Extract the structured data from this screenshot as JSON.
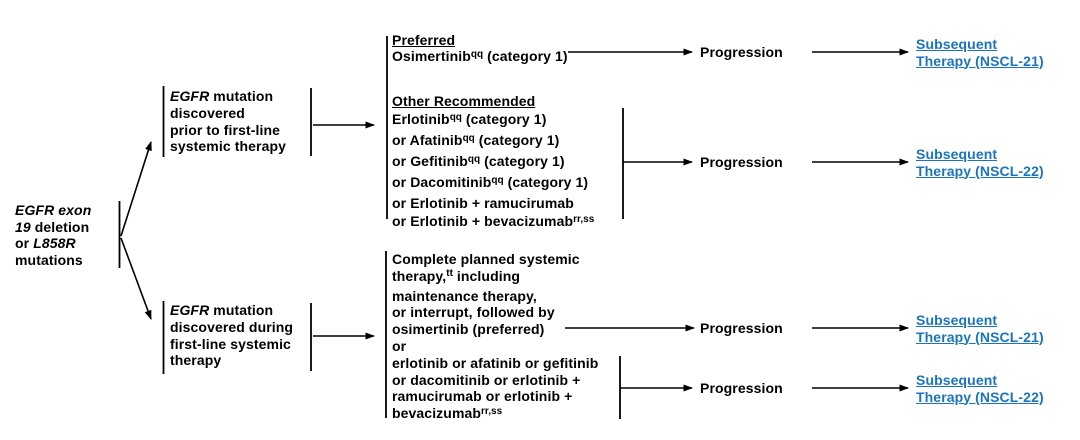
{
  "colors": {
    "text": "#000000",
    "link": "#1b75bc",
    "line": "#000000",
    "background": "#ffffff"
  },
  "root_node": {
    "lines": [
      {
        "parts": [
          {
            "t": "EGFR exon",
            "style": "i"
          }
        ]
      },
      {
        "parts": [
          {
            "t": "19",
            "style": "i"
          },
          {
            "t": " deletion"
          }
        ]
      },
      {
        "parts": [
          {
            "t": "or "
          },
          {
            "t": "L858R",
            "style": "i"
          }
        ]
      },
      {
        "parts": [
          {
            "t": "mutations"
          }
        ]
      }
    ]
  },
  "branch_prior": {
    "lines": [
      {
        "parts": [
          {
            "t": "EGFR",
            "style": "i"
          },
          {
            "t": " mutation"
          }
        ]
      },
      {
        "parts": [
          {
            "t": "discovered"
          }
        ]
      },
      {
        "parts": [
          {
            "t": "prior to first-line"
          }
        ]
      },
      {
        "parts": [
          {
            "t": "systemic therapy"
          }
        ]
      }
    ]
  },
  "branch_during": {
    "lines": [
      {
        "parts": [
          {
            "t": "EGFR",
            "style": "i"
          },
          {
            "t": " mutation"
          }
        ]
      },
      {
        "parts": [
          {
            "t": "discovered during"
          }
        ]
      },
      {
        "parts": [
          {
            "t": "first-line systemic"
          }
        ]
      },
      {
        "parts": [
          {
            "t": "therapy"
          }
        ]
      }
    ]
  },
  "preferred_block": {
    "heading": "Preferred",
    "lines": [
      {
        "parts": [
          {
            "t": "Osimertinib"
          },
          {
            "t": "qq",
            "style": "sup"
          },
          {
            "t": " (category 1)"
          }
        ]
      }
    ]
  },
  "other_block": {
    "heading": "Other Recommended",
    "lines": [
      {
        "parts": [
          {
            "t": "Erlotinib"
          },
          {
            "t": "qq",
            "style": "sup"
          },
          {
            "t": " (category 1)"
          }
        ]
      },
      {
        "parts": [
          {
            "t": "or Afatinib"
          },
          {
            "t": "qq",
            "style": "sup"
          },
          {
            "t": " (category 1)"
          }
        ]
      },
      {
        "parts": [
          {
            "t": "or Gefitinib"
          },
          {
            "t": "qq",
            "style": "sup"
          },
          {
            "t": " (category 1)"
          }
        ]
      },
      {
        "parts": [
          {
            "t": "or Dacomitinib"
          },
          {
            "t": "qq",
            "style": "sup"
          },
          {
            "t": " (category 1)"
          }
        ]
      },
      {
        "parts": [
          {
            "t": "or Erlotinib + ramucirumab"
          }
        ]
      },
      {
        "parts": [
          {
            "t": "or Erlotinib + bevacizumab"
          },
          {
            "t": "rr,ss",
            "style": "sup"
          }
        ]
      }
    ]
  },
  "during_block": {
    "lines": [
      {
        "parts": [
          {
            "t": "Complete planned systemic"
          }
        ]
      },
      {
        "parts": [
          {
            "t": "therapy,"
          },
          {
            "t": "tt",
            "style": "sup"
          },
          {
            "t": " including"
          }
        ]
      },
      {
        "parts": [
          {
            "t": "maintenance therapy,"
          }
        ]
      },
      {
        "parts": [
          {
            "t": "or interrupt, followed by"
          }
        ]
      },
      {
        "parts": [
          {
            "t": "osimertinib (preferred)"
          }
        ]
      },
      {
        "parts": [
          {
            "t": "or"
          }
        ]
      },
      {
        "parts": [
          {
            "t": "erlotinib or afatinib or gefitinib"
          }
        ]
      },
      {
        "parts": [
          {
            "t": "or dacomitinib or erlotinib +"
          }
        ]
      },
      {
        "parts": [
          {
            "t": "ramucirumab or erlotinib +"
          }
        ]
      },
      {
        "parts": [
          {
            "t": "bevacizumab"
          },
          {
            "t": "rr,ss",
            "style": "sup"
          }
        ]
      }
    ]
  },
  "progression_rows": [
    {
      "label": "Progression",
      "link_line1": "Subsequent",
      "link_line2": "Therapy (NSCL-21)"
    },
    {
      "label": "Progression",
      "link_line1": "Subsequent",
      "link_line2": "Therapy (NSCL-22)"
    },
    {
      "label": "Progression",
      "link_line1": "Subsequent",
      "link_line2": "Therapy (NSCL-21)"
    },
    {
      "label": "Progression",
      "link_line1": "Subsequent",
      "link_line2": "Therapy (NSCL-22)"
    }
  ]
}
